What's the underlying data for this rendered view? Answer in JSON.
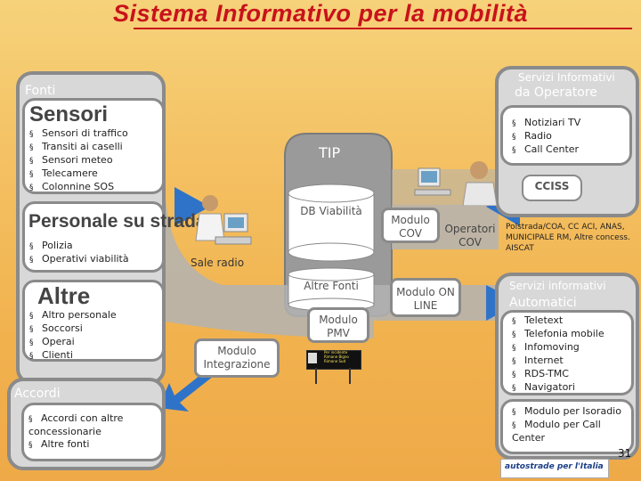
{
  "title": "Sistema Informativo per la mobilità",
  "fonti": {
    "label": "Fonti",
    "sensori": {
      "heading": "Sensori",
      "items": [
        "Sensori di traffico",
        "Transiti ai caselli",
        "Sensori meteo",
        "Telecamere",
        "Colonnine SOS"
      ]
    },
    "personale": {
      "heading": "Personale su strada",
      "items": [
        "Polizia",
        "Operativi viabilità"
      ]
    },
    "altre": {
      "heading": "Altre",
      "items": [
        "Altro personale",
        "Soccorsi",
        "Operai",
        "Clienti"
      ]
    }
  },
  "accordi": {
    "label": "Accordi",
    "items": [
      "Accordi con altre concessionarie",
      "Altre fonti"
    ]
  },
  "center": {
    "tip": "TIP",
    "db": "DB Viabilità",
    "altre_fonti": "Altre Fonti",
    "sale_radio": "Sale radio",
    "modulo_cov": "Modulo COV",
    "operatori_cov": "Operatori COV",
    "modulo_online": "Modulo ON LINE",
    "modulo_pmv": "Modulo PMV",
    "modulo_integrazione": "Modulo Integrazione",
    "pmv_sign": [
      "Per incidente",
      "Rimane Bigno",
      "Rimane Sud"
    ]
  },
  "servizi_operatore": {
    "label_top": "Servizi Informativi",
    "label_bottom": "da Operatore",
    "items": [
      "Notiziari TV",
      "Radio",
      "Call Center"
    ],
    "cciss": "CCISS",
    "partners": "Polstrada/COA, CC ACI, ANAS, MUNICIPALE RM, Altre concess. AISCAT"
  },
  "servizi_automatici": {
    "label_top": "Servizi informativi",
    "label_bottom": "Automatici",
    "items": [
      "Teletext",
      "Telefonia mobile",
      "Infomoving",
      "Internet",
      "RDS-TMC",
      "Navigatori"
    ],
    "items2": [
      "Modulo per Isoradio",
      "Modulo per Call Center"
    ]
  },
  "footer": {
    "logo": "autostrade per l'Italia",
    "page_number": "31"
  },
  "colors": {
    "title": "#c8121b",
    "panel_border": "#8a8a8a",
    "arrow": "#2f73c9",
    "background": "#f4c062"
  }
}
